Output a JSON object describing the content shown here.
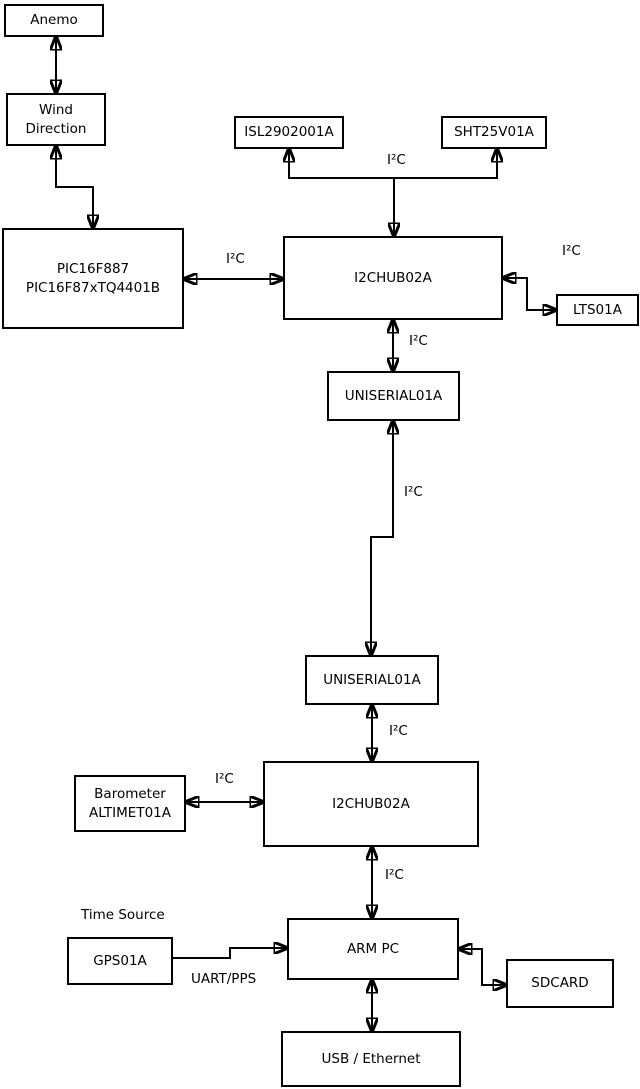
{
  "diagram": {
    "background_color": "#ffffff",
    "line_color": "#000000",
    "boxes": {
      "anemo": {
        "label": "Anemo"
      },
      "wind_direction": {
        "line1": "Wind",
        "line2": "Direction"
      },
      "pic": {
        "line1": "PIC16F887",
        "line2": "PIC16F87xTQ4401B"
      },
      "isl": {
        "label": "ISL2902001A"
      },
      "sht": {
        "label": "SHT25V01A"
      },
      "hub_top": {
        "label": "I2CHUB02A"
      },
      "lts": {
        "label": "LTS01A"
      },
      "uniserial_top": {
        "label": "UNISERIAL01A"
      },
      "uniserial_bottom": {
        "label": "UNISERIAL01A"
      },
      "hub_bottom": {
        "label": "I2CHUB02A"
      },
      "barometer": {
        "line1": "Barometer",
        "line2": "ALTIMET01A"
      },
      "gps": {
        "label": "GPS01A"
      },
      "arm_pc": {
        "label": "ARM PC"
      },
      "sdcard": {
        "label": "SDCARD"
      },
      "usb_ethernet": {
        "label": "USB / Ethernet"
      }
    },
    "edge_labels": {
      "i2c": "I²C",
      "time_source": "Time Source",
      "uart_pps": "UART/PPS"
    }
  }
}
